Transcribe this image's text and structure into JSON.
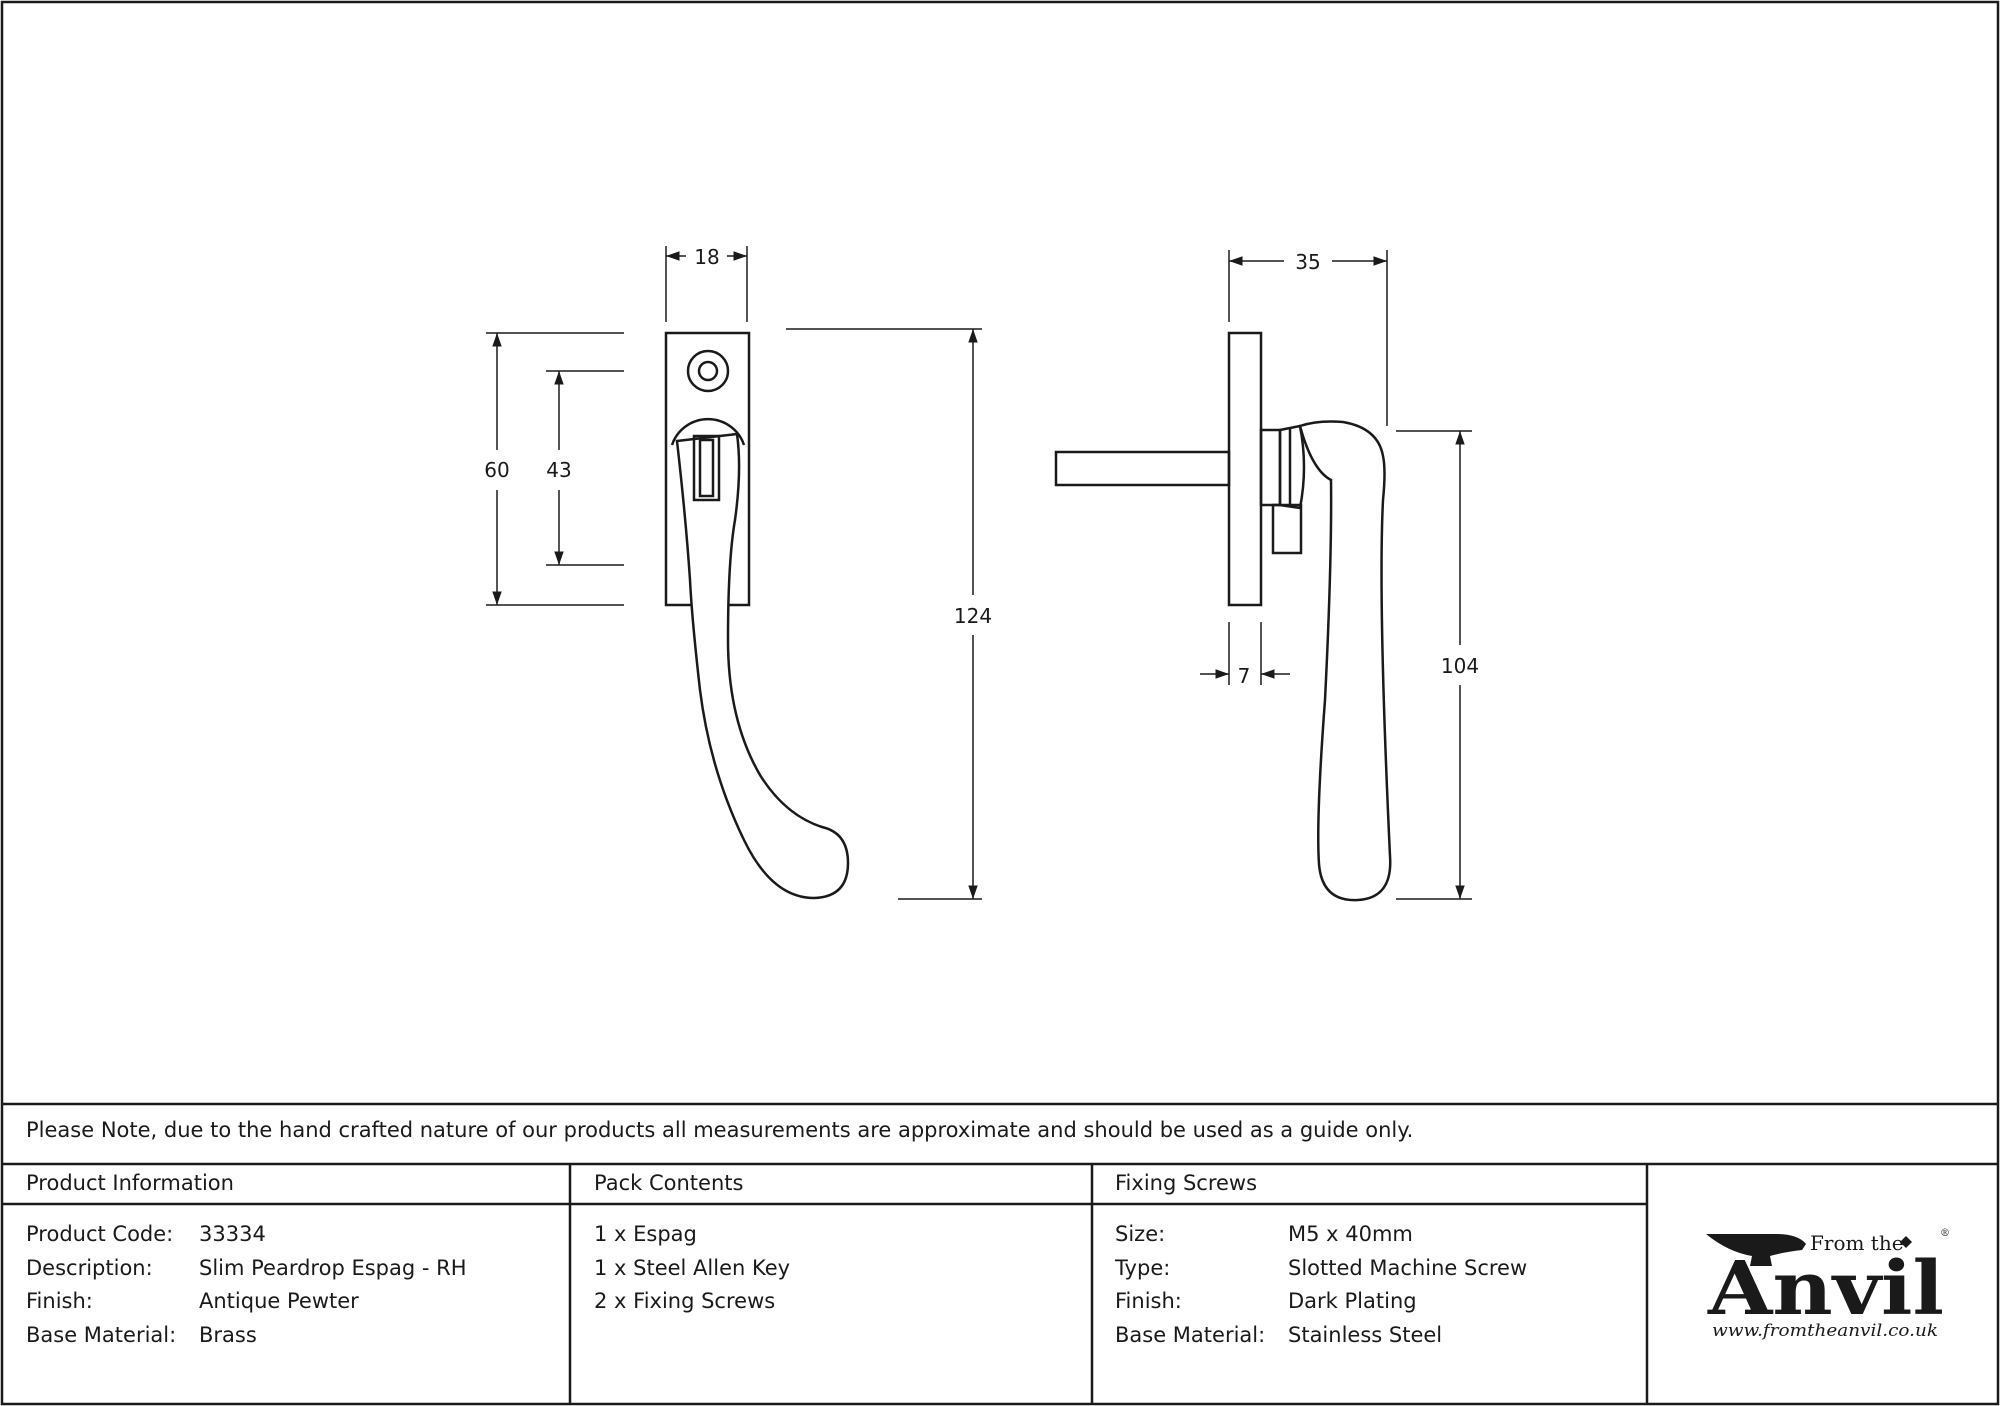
{
  "dimensions": {
    "width_18": "18",
    "height_60": "60",
    "spacing_43": "43",
    "length_124": "124",
    "projection_35": "35",
    "thickness_7": "7",
    "lever_104": "104"
  },
  "note": "Please Note, due to the hand crafted nature of our products all measurements are approximate and should be used as a guide only.",
  "product_info": {
    "title": "Product Information",
    "rows": [
      {
        "key": "Product Code:",
        "value": "33334"
      },
      {
        "key": "Description:",
        "value": "Slim Peardrop Espag - RH"
      },
      {
        "key": "Finish:",
        "value": "Antique Pewter"
      },
      {
        "key": "Base Material:",
        "value": "Brass"
      }
    ]
  },
  "pack_contents": {
    "title": "Pack Contents",
    "items": [
      "1 x Espag",
      "1 x Steel Allen Key",
      "2 x Fixing Screws"
    ]
  },
  "fixing_screws": {
    "title": "Fixing Screws",
    "rows": [
      {
        "key": "Size:",
        "value": "M5 x 40mm"
      },
      {
        "key": "Type:",
        "value": "Slotted Machine Screw"
      },
      {
        "key": "Finish:",
        "value": "Dark Plating"
      },
      {
        "key": "Base Material:",
        "value": "Stainless Steel"
      }
    ]
  },
  "logo": {
    "from_the": "From the",
    "anvil": "Anvil",
    "registered": "®",
    "url": "www.fromtheanvil.co.uk"
  }
}
